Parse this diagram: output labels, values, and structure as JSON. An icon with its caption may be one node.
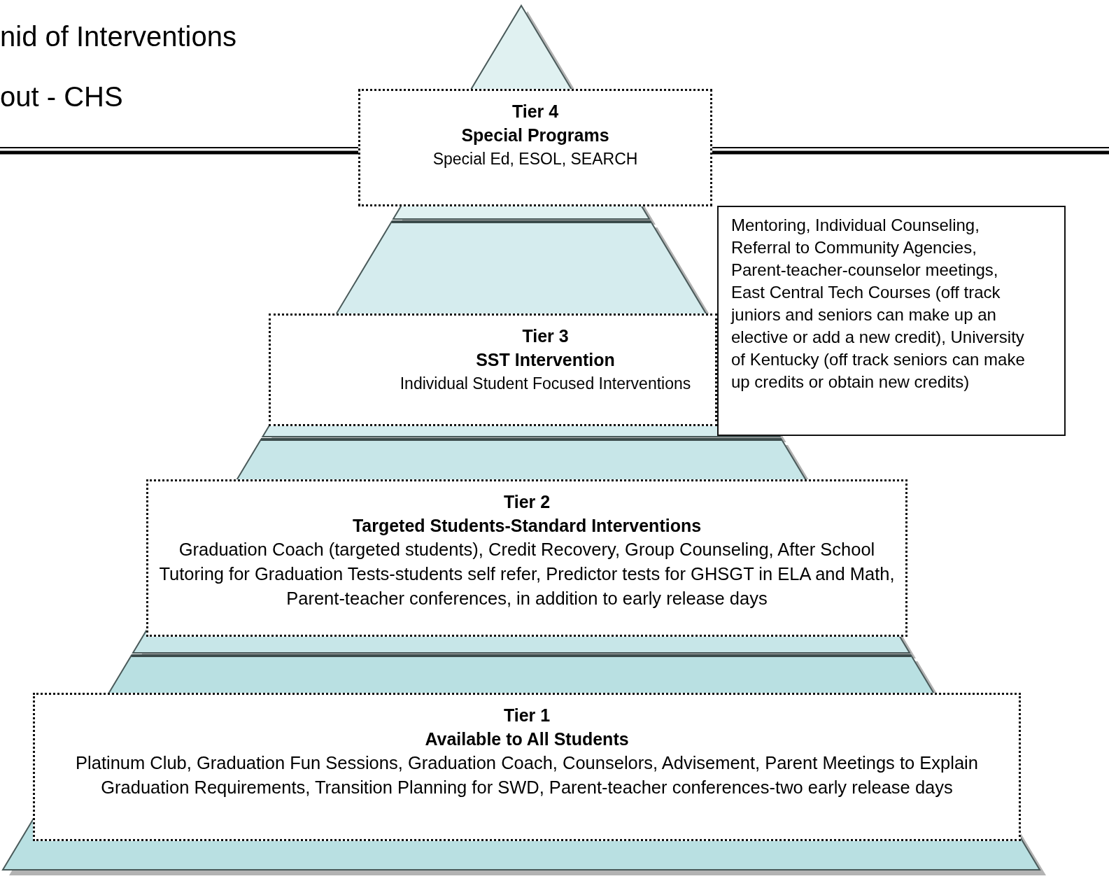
{
  "diagram": {
    "nodes": [
      {
        "text": [
          "Tier 4",
          "Special Programs",
          "Special Ed, ESOL, SEARCH"
        ]
      },
      {
        "text": [
          "Tier 3",
          "SST Intervention",
          "Individual Student Focused Interventions"
        ]
      },
      {
        "text": [
          "Mentoring, Individual Counseling, Referral to Community Agencies, Parent-teacher-counselor meetings, East Central Tech Courses (off track juniors and seniors can make up an elective or add a new credit), University of Kentucky (off track seniors can make up credits or obtain new credits)"
        ]
      },
      {
        "text": [
          "Tier 2",
          "Targeted Students-Standard Interventions",
          "Graduation Coach (targeted students), Credit Recovery, Group Counseling, After School Tutoring for Graduation Tests-students self refer, Predictor tests for GHSGT in ELA and Math, Parent-teacher conferences, in addition to early release days"
        ]
      },
      {
        "text": [
          "Tier 1",
          "Available to All Students",
          "Platinum Club, Graduation Fun Sessions, Graduation Coach, Counselors, Advisement, Parent Meetings to Explain Graduation Requirements, Transition Planning for SWD, Parent-teacher conferences-two early release days"
        ]
      }
    ],
    "labels": [
      "nid of Interventions",
      "out - CHS"
    ]
  }
}
